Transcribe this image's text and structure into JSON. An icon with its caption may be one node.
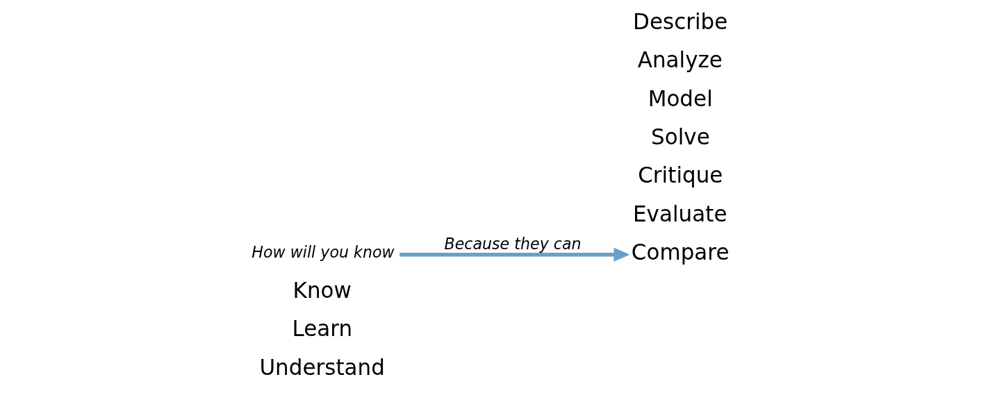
{
  "diagram": {
    "nodes": [
      {
        "text": [
          "How will you know"
        ]
      },
      {
        "text": [
          "Compare"
        ]
      }
    ],
    "edges": [
      {
        "from": 0,
        "to": 1,
        "arrow": "to",
        "label": "Because they can"
      }
    ],
    "labels": [
      "Know",
      "Learn",
      "Understand",
      "Describe",
      "Analyze",
      "Model",
      "Solve",
      "Critique",
      "Evaluate"
    ]
  }
}
